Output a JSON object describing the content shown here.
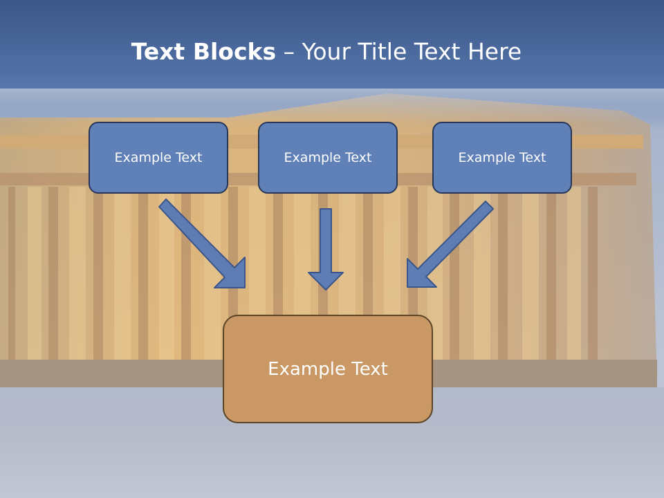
{
  "slide": {
    "title_bold": "Text Blocks",
    "title_rest": " – Your Title Text Here"
  },
  "blocks": [
    {
      "label": "Example Text"
    },
    {
      "label": "Example Text"
    },
    {
      "label": "Example Text"
    }
  ],
  "target": {
    "label": "Example Text"
  },
  "colors": {
    "header_band": "#4f6da0",
    "block_fill": "#6080b8",
    "block_border": "#26375a",
    "target_fill": "#c99865",
    "target_border": "#5a4326",
    "arrow_fill": "#5e7db4"
  },
  "background": {
    "description_icon": "parthenon-photo-background"
  }
}
